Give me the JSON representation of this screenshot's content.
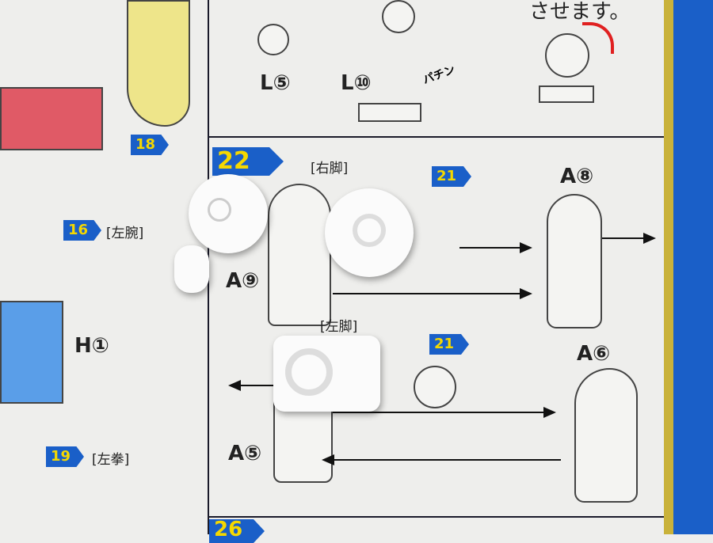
{
  "top_panel": {
    "caption": "させます。",
    "labels": [
      "L⑤",
      "L⑩"
    ],
    "sound": "パチン"
  },
  "step22": {
    "number": "22",
    "title": "[右脚]",
    "sub_step": "21",
    "parts": [
      "A⑧",
      "A⑨"
    ]
  },
  "step22_left": {
    "title": "[左脚]",
    "sub_step": "21",
    "parts": [
      "A⑥",
      "A⑤"
    ]
  },
  "left_panel": {
    "steps": [
      {
        "number": "18"
      },
      {
        "number": "16",
        "title": "[左腕]"
      },
      {
        "number": "19",
        "title": "[左拳]"
      }
    ],
    "part_label": "H①"
  },
  "next_step": {
    "number": "26"
  },
  "colors": {
    "badge": "#1a5fc8",
    "badge_text": "#f5d800",
    "rotate_arrow": "#e02020",
    "arm_red": "#e05a66",
    "leg_blue": "#5a9ee8",
    "horn_yellow": "#eee58a"
  }
}
